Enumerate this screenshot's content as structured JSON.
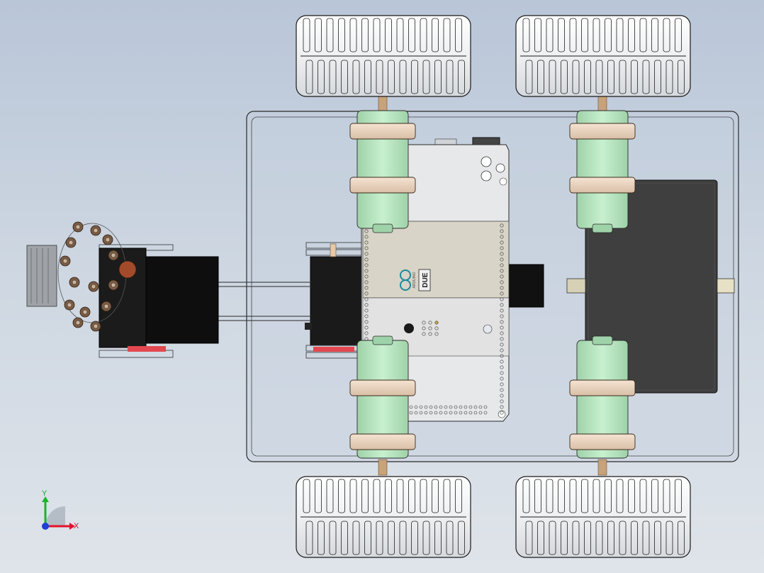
{
  "viewport": {
    "background_top": "#b9c6d8",
    "background_bottom": "#dfe4ea"
  },
  "colors": {
    "hub_green": "#b7e5c0",
    "hub_ring": "#e9d3bd",
    "tire": "#f3f4f5",
    "tire_outline": "#1a1a1a",
    "chassis": "#c9d2df",
    "board": "#e8e9ea",
    "shield": "#d9d5cb",
    "motor_block": "#111111",
    "battery": "#3f3f3f",
    "axis_x": "#e0142b",
    "axis_y": "#18b52a",
    "axis_z": "#1e3fd8"
  },
  "board": {
    "logo_text": "DUE",
    "brand_text": "ARDUINO"
  },
  "axis_triad": {
    "x_label": "X",
    "y_label": "Y"
  }
}
